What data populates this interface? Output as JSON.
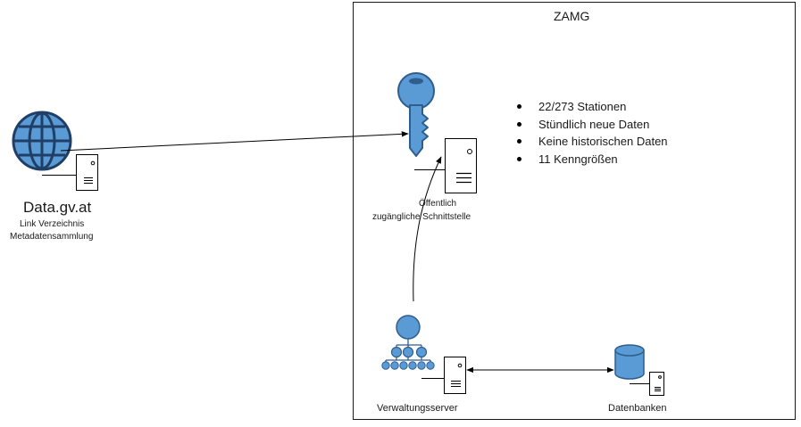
{
  "zamg": {
    "title": "ZAMG"
  },
  "portal": {
    "title": "Data.gv.at",
    "subtitle_line1": "Link Verzeichnis",
    "subtitle_line2": "Metadatensammlung",
    "icon": "globe-icon"
  },
  "api": {
    "label_line1": "Öffentlich",
    "label_line2": "zugängliche Schnittstelle",
    "icon": "key-icon"
  },
  "facts": [
    "22/273 Stationen",
    "Stündlich neue Daten",
    "Keine historischen Daten",
    "11 Kenngrößen"
  ],
  "admin_server": {
    "label": "Verwaltungsserver",
    "icon": "hierarchy-icon"
  },
  "databases": {
    "label": "Datenbanken",
    "icon": "database-icon"
  },
  "colors": {
    "icon_fill": "#5b9bd5",
    "icon_stroke": "#2e5e8e",
    "outline": "#000000",
    "background": "#ffffff"
  }
}
